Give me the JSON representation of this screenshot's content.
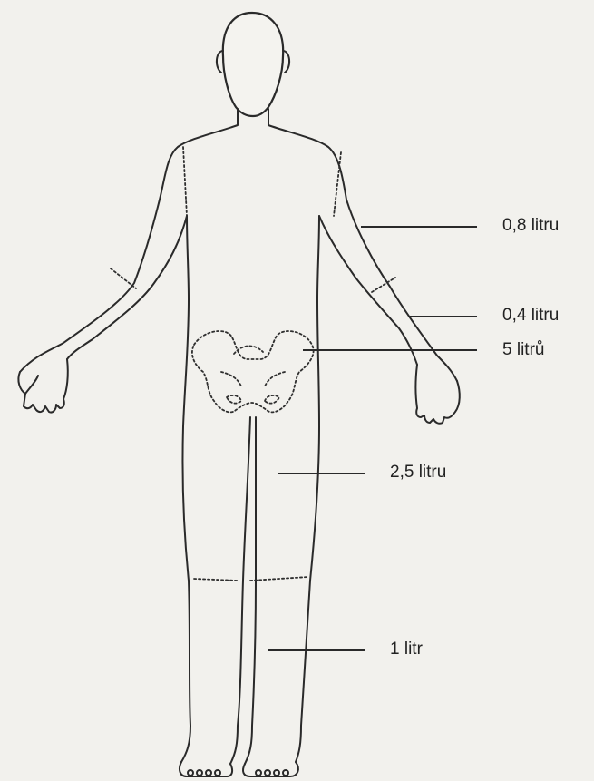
{
  "labels": {
    "shoulder": "0,8 litru",
    "forearm": "0,4 litru",
    "pelvis": "5 litrů",
    "thigh": "2,5 litru",
    "shin": "1 litr"
  }
}
